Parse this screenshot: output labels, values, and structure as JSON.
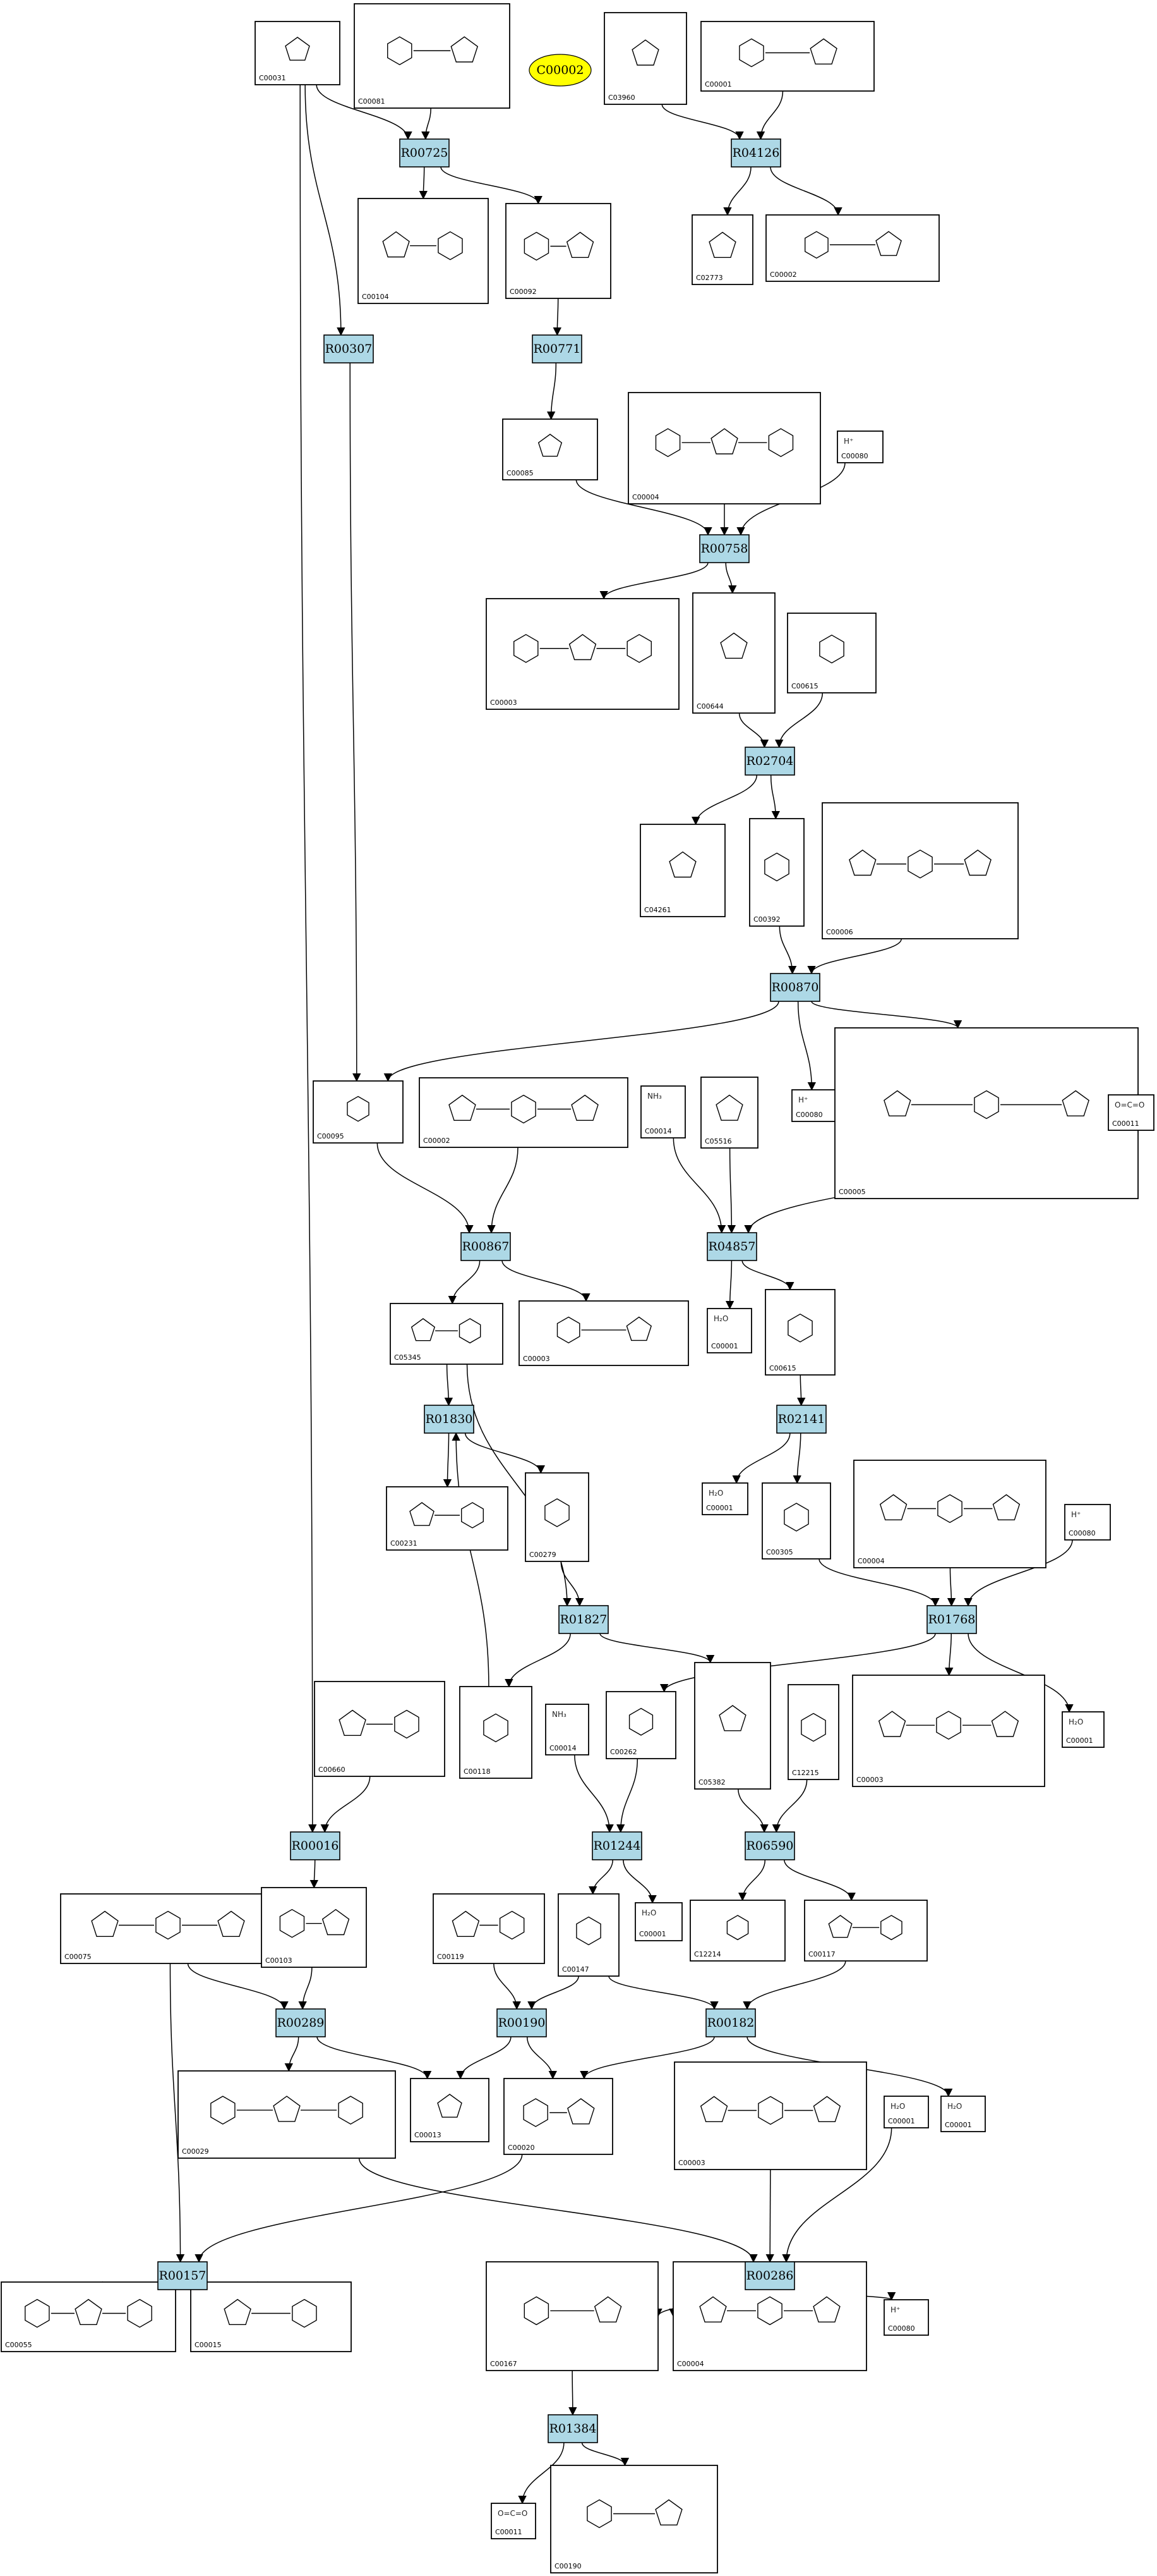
{
  "title_node": "C00002",
  "reactions": [
    "R00725",
    "R04126",
    "R00307",
    "R00771",
    "R00758",
    "R02704",
    "R00870",
    "R00867",
    "R04857",
    "R01830",
    "R02141",
    "R01827",
    "R01768",
    "R00016",
    "R01244",
    "R06590",
    "R00289",
    "R00190",
    "R00182",
    "R00157",
    "R00286",
    "R01384"
  ],
  "compounds": [
    "C00031",
    "C00081",
    "C03960",
    "C00001",
    "C00104",
    "C00092",
    "C02773",
    "C00002",
    "C00085",
    "C00004",
    "C00080",
    "C00003",
    "C00644",
    "C00615",
    "C04261",
    "C00392",
    "C00006",
    "C00095",
    "C00002",
    "C00014",
    "C05516",
    "C00080",
    "C00005",
    "C00011",
    "C05345",
    "C00003",
    "C00001",
    "C00615",
    "C00231",
    "C00279",
    "C00001",
    "C00305",
    "C00004",
    "C00080",
    "C00660",
    "C00118",
    "C00014",
    "C00262",
    "C05382",
    "C12215",
    "C00003",
    "C00001",
    "C00075",
    "C00103",
    "C00119",
    "C00147",
    "C00001",
    "C12214",
    "C00117",
    "C00029",
    "C00013",
    "C00020",
    "C00003",
    "C00001",
    "C00001",
    "C00055",
    "C00015",
    "C00167",
    "C00004",
    "C00080",
    "C00011",
    "C00190"
  ],
  "special_labels": {
    "h_plus": "H⁺",
    "water": "H₂O",
    "ammonia": "NH₃",
    "co2": "O=C=O"
  },
  "edge_color": "#000000",
  "reaction_color": "#add8e6",
  "highlight_color": "#ffff00"
}
